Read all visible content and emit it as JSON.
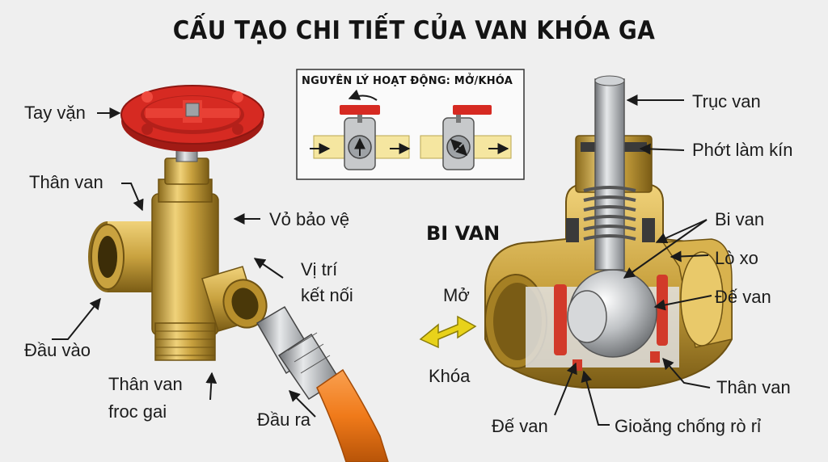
{
  "title": "CẤU TẠO CHI TIẾT CỦA VAN KHÓA GA",
  "inset": {
    "title": "NGUYÊN LÝ HOẠT ĐỘNG: MỞ/KHÓA"
  },
  "section_label": "BI VAN",
  "direction": {
    "open": "Mở",
    "close": "Khóa"
  },
  "left_labels": {
    "handle": "Tay vặn",
    "body_top": "Thân van",
    "guard": "Vỏ bảo vệ",
    "connection_line1": "Vị trí",
    "connection_line2": "kết nối",
    "inlet": "Đầu vào",
    "barb_body_line1": "Thân van",
    "barb_body_line2": "froc gai",
    "outlet": "Đầu ra"
  },
  "right_labels": {
    "stem": "Trục van",
    "seal": "Phớt làm kín",
    "ball": "Bi van",
    "spring": "Lò xo",
    "seat_right": "Đế van",
    "body": "Thân van",
    "seat_bottom": "Đế van",
    "gasket": "Gioăng chống rò rỉ"
  },
  "colors": {
    "brass": "#c9a23f",
    "brass_dark": "#8a6a1c",
    "brass_light": "#f0d27a",
    "handle_red": "#d62a22",
    "hose_orange": "#f07a1a",
    "steel": "#b9bcbf",
    "gasket_red": "#d23a2a",
    "pipe_yellow": "#f5e6a0",
    "arrow_yellow": "#e8d21a"
  }
}
